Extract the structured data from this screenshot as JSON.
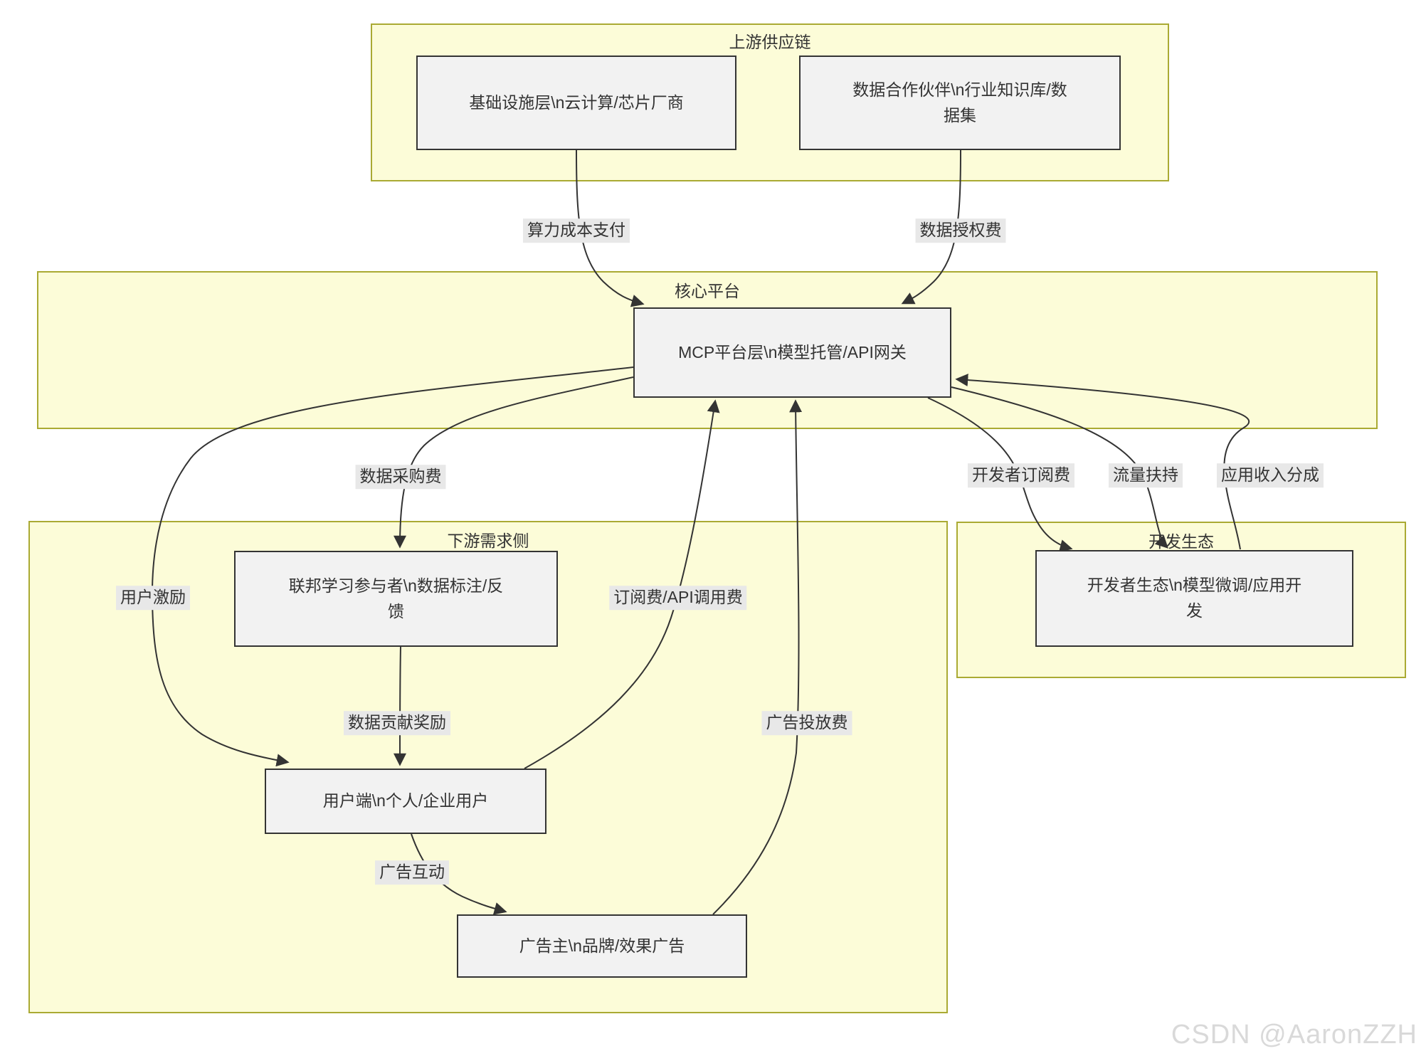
{
  "diagram": {
    "watermark": "CSDN @AaronZZH",
    "colors": {
      "background": "#ffffff",
      "cluster_fill": "#fcfcd8",
      "cluster_border": "#aaaa33",
      "node_fill": "#f2f2f2",
      "node_border": "#343434",
      "edge_stroke": "#333333",
      "edge_label_bg": "#e8e8e8",
      "text": "#333333",
      "watermark_color": "#d9d9d9"
    },
    "clusters": [
      {
        "id": "upstream",
        "title": "上游供应链"
      },
      {
        "id": "core",
        "title": "核心平台"
      },
      {
        "id": "downstream",
        "title": "下游需求侧"
      },
      {
        "id": "dev_ecosystem",
        "title": "开发生态"
      }
    ],
    "nodes": [
      {
        "id": "infra",
        "label": "基础设施层\\n云计算/芯片厂商"
      },
      {
        "id": "data_partner",
        "label": "数据合作伙伴\\n行业知识库/数据集"
      },
      {
        "id": "mcp",
        "label": "MCP平台层\\n模型托管/API网关"
      },
      {
        "id": "federated",
        "label": "联邦学习参与者\\n数据标注/反馈"
      },
      {
        "id": "user",
        "label": "用户端\\n个人/企业用户"
      },
      {
        "id": "advertiser",
        "label": "广告主\\n品牌/效果广告"
      },
      {
        "id": "developer",
        "label": "开发者生态\\n模型微调/应用开发"
      }
    ],
    "edges": [
      {
        "from": "infra",
        "to": "mcp",
        "label": "算力成本支付"
      },
      {
        "from": "data_partner",
        "to": "mcp",
        "label": "数据授权费"
      },
      {
        "from": "mcp",
        "to": "federated",
        "label": "数据采购费"
      },
      {
        "from": "mcp",
        "to": "user",
        "label": "用户激励"
      },
      {
        "from": "federated",
        "to": "user",
        "label": "数据贡献奖励"
      },
      {
        "from": "user",
        "to": "mcp",
        "label": "订阅费/API调用费"
      },
      {
        "from": "user",
        "to": "advertiser",
        "label": "广告互动"
      },
      {
        "from": "advertiser",
        "to": "mcp",
        "label": "广告投放费"
      },
      {
        "from": "mcp",
        "to": "developer",
        "label": "开发者订阅费"
      },
      {
        "from": "mcp",
        "to": "developer",
        "label": "流量扶持"
      },
      {
        "from": "developer",
        "to": "mcp",
        "label": "应用收入分成"
      }
    ]
  }
}
